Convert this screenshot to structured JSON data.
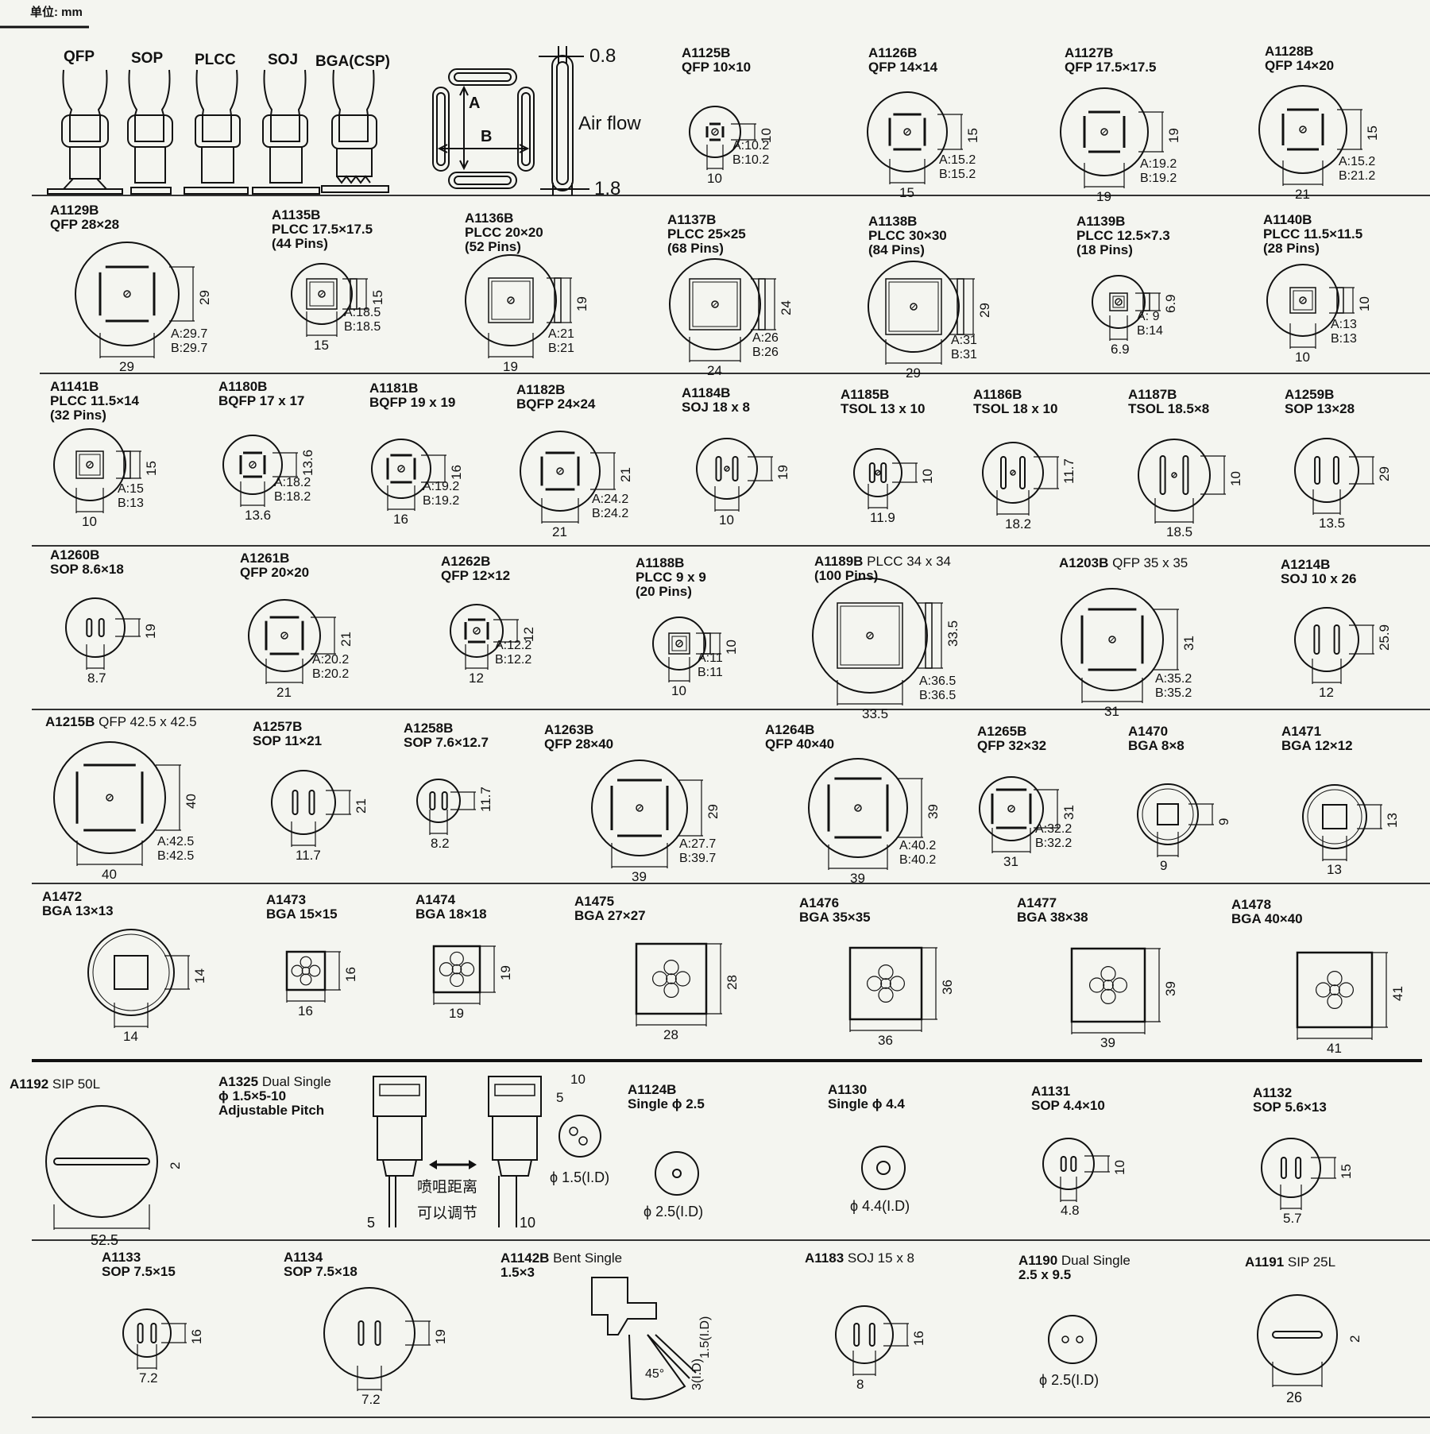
{
  "unit_label": "单位: mm",
  "legend": {
    "nozzle_types": [
      "QFP",
      "SOP",
      "PLCC",
      "SOJ",
      "BGA(CSP)"
    ],
    "airflow": {
      "a": "A",
      "b": "B",
      "label": "Air flow",
      "slot_width": "0.8",
      "slot_gap": "1.8"
    }
  },
  "parts": [
    {
      "code": "A1125B",
      "lines": [
        "QFP 10×10"
      ],
      "dims": [
        "10",
        "10"
      ],
      "ab": [
        "A:10.2",
        "B:10.2"
      ]
    },
    {
      "code": "A1126B",
      "lines": [
        "QFP 14×14"
      ],
      "dims": [
        "15",
        "15"
      ],
      "ab": [
        "A:15.2",
        "B:15.2"
      ]
    },
    {
      "code": "A1127B",
      "lines": [
        "QFP 17.5×17.5"
      ],
      "dims": [
        "19",
        "19"
      ],
      "ab": [
        "A:19.2",
        "B:19.2"
      ]
    },
    {
      "code": "A1128B",
      "lines": [
        "QFP 14×20"
      ],
      "dims": [
        "21",
        "15"
      ],
      "ab": [
        "A:15.2",
        "B:21.2"
      ]
    },
    {
      "code": "A1129B",
      "lines": [
        "QFP 28×28"
      ],
      "dims": [
        "29",
        "29"
      ],
      "ab": [
        "A:29.7",
        "B:29.7"
      ]
    },
    {
      "code": "A1135B",
      "lines": [
        "PLCC 17.5×17.5",
        "(44 Pins)"
      ],
      "dims": [
        "15",
        "15"
      ],
      "ab": [
        "A:18.5",
        "B:18.5"
      ]
    },
    {
      "code": "A1136B",
      "lines": [
        "PLCC 20×20",
        "(52 Pins)"
      ],
      "dims": [
        "19",
        "19"
      ],
      "ab": [
        "A:21",
        "B:21"
      ]
    },
    {
      "code": "A1137B",
      "lines": [
        "PLCC 25×25",
        "(68 Pins)"
      ],
      "dims": [
        "24",
        "24"
      ],
      "ab": [
        "A:26",
        "B:26"
      ]
    },
    {
      "code": "A1138B",
      "lines": [
        "PLCC 30×30",
        "(84 Pins)"
      ],
      "dims": [
        "29",
        "29"
      ],
      "ab": [
        "A:31",
        "B:31"
      ]
    },
    {
      "code": "A1139B",
      "lines": [
        "PLCC 12.5×7.3",
        "(18 Pins)"
      ],
      "dims": [
        "6.9",
        "6.9"
      ],
      "ab": [
        "A: 9",
        "B:14"
      ]
    },
    {
      "code": "A1140B",
      "lines": [
        "PLCC 11.5×11.5",
        "(28 Pins)"
      ],
      "dims": [
        "10",
        "10"
      ],
      "ab": [
        "A:13",
        "B:13"
      ]
    },
    {
      "code": "A1141B",
      "lines": [
        "PLCC 11.5×14",
        "(32 Pins)"
      ],
      "dims": [
        "10",
        "15"
      ],
      "ab": [
        "A:15",
        "B:13"
      ]
    },
    {
      "code": "A1180B",
      "lines": [
        "BQFP 17 x 17"
      ],
      "dims": [
        "13.6",
        "13.6"
      ],
      "ab": [
        "A:18.2",
        "B:18.2"
      ]
    },
    {
      "code": "A1181B",
      "lines": [
        "BQFP 19 x 19"
      ],
      "dims": [
        "16",
        "16"
      ],
      "ab": [
        "A:19.2",
        "B:19.2"
      ]
    },
    {
      "code": "A1182B",
      "lines": [
        "BQFP 24×24"
      ],
      "dims": [
        "21",
        "21"
      ],
      "ab": [
        "A:24.2",
        "B:24.2"
      ]
    },
    {
      "code": "A1184B",
      "lines": [
        "SOJ 18 x 8"
      ],
      "dims": [
        "10",
        "19"
      ],
      "ab": []
    },
    {
      "code": "A1185B",
      "lines": [
        "TSOL 13 x 10"
      ],
      "dims": [
        "11.9",
        "10"
      ],
      "ab": []
    },
    {
      "code": "A1186B",
      "lines": [
        "TSOL 18 x 10"
      ],
      "dims": [
        "18.2",
        "11.7"
      ],
      "ab": []
    },
    {
      "code": "A1187B",
      "lines": [
        "TSOL 18.5×8"
      ],
      "dims": [
        "18.5",
        "10"
      ],
      "ab": []
    },
    {
      "code": "A1259B",
      "lines": [
        "SOP 13×28"
      ],
      "dims": [
        "13.5",
        "29"
      ],
      "ab": []
    },
    {
      "code": "A1260B",
      "lines": [
        "SOP 8.6×18"
      ],
      "dims": [
        "8.7",
        "19"
      ],
      "ab": []
    },
    {
      "code": "A1261B",
      "lines": [
        "QFP 20×20"
      ],
      "dims": [
        "21",
        "21"
      ],
      "ab": [
        "A:20.2",
        "B:20.2"
      ]
    },
    {
      "code": "A1262B",
      "lines": [
        "QFP 12×12"
      ],
      "dims": [
        "12",
        "12"
      ],
      "ab": [
        "A:12.2",
        "B:12.2"
      ]
    },
    {
      "code": "A1188B",
      "lines": [
        "PLCC 9 x 9",
        "(20 Pins)"
      ],
      "dims": [
        "10",
        "10"
      ],
      "ab": [
        "A:11",
        "B:11"
      ]
    },
    {
      "code": "A1189B",
      "lines": [
        "PLCC 34 x 34",
        "(100 Pins)"
      ],
      "dims": [
        "33.5",
        "33.5"
      ],
      "ab": [
        "A:36.5",
        "B:36.5"
      ]
    },
    {
      "code": "A1203B",
      "lines": [
        "QFP 35 x 35"
      ],
      "dims": [
        "31",
        "31"
      ],
      "ab": [
        "A:35.2",
        "B:35.2"
      ]
    },
    {
      "code": "A1214B",
      "lines": [
        "SOJ 10 x 26"
      ],
      "dims": [
        "12",
        "25.9"
      ],
      "ab": []
    },
    {
      "code": "A1215B",
      "lines": [
        "QFP 42.5 x 42.5"
      ],
      "dims": [
        "40",
        "40"
      ],
      "ab": [
        "A:42.5",
        "B:42.5"
      ]
    },
    {
      "code": "A1257B",
      "lines": [
        "SOP 11×21"
      ],
      "dims": [
        "11.7",
        "21"
      ],
      "ab": []
    },
    {
      "code": "A1258B",
      "lines": [
        "SOP 7.6×12.7"
      ],
      "dims": [
        "8.2",
        "11.7"
      ],
      "ab": []
    },
    {
      "code": "A1263B",
      "lines": [
        "QFP 28×40"
      ],
      "dims": [
        "39",
        "29"
      ],
      "ab": [
        "A:27.7",
        "B:39.7"
      ]
    },
    {
      "code": "A1264B",
      "lines": [
        "QFP 40×40"
      ],
      "dims": [
        "39",
        "39"
      ],
      "ab": [
        "A:40.2",
        "B:40.2"
      ]
    },
    {
      "code": "A1265B",
      "lines": [
        "QFP 32×32"
      ],
      "dims": [
        "31",
        "31"
      ],
      "ab": [
        "A:32.2",
        "B:32.2"
      ]
    },
    {
      "code": "A1470",
      "lines": [
        "BGA 8×8"
      ],
      "dims": [
        "9",
        "9"
      ],
      "ab": []
    },
    {
      "code": "A1471",
      "lines": [
        "BGA 12×12"
      ],
      "dims": [
        "13",
        "13"
      ],
      "ab": []
    },
    {
      "code": "A1472",
      "lines": [
        "BGA 13×13"
      ],
      "dims": [
        "14",
        "14"
      ],
      "ab": []
    },
    {
      "code": "A1473",
      "lines": [
        "BGA 15×15"
      ],
      "dims": [
        "16",
        "16"
      ],
      "ab": []
    },
    {
      "code": "A1474",
      "lines": [
        "BGA 18×18"
      ],
      "dims": [
        "19",
        "19"
      ],
      "ab": []
    },
    {
      "code": "A1475",
      "lines": [
        "BGA 27×27"
      ],
      "dims": [
        "28",
        "28"
      ],
      "ab": []
    },
    {
      "code": "A1476",
      "lines": [
        "BGA 35×35"
      ],
      "dims": [
        "36",
        "36"
      ],
      "ab": []
    },
    {
      "code": "A1477",
      "lines": [
        "BGA 38×38"
      ],
      "dims": [
        "39",
        "39"
      ],
      "ab": []
    },
    {
      "code": "A1478",
      "lines": [
        "BGA 40×40"
      ],
      "dims": [
        "41",
        "41"
      ],
      "ab": []
    },
    {
      "code": "A1192",
      "lines": [
        "SIP 50L"
      ],
      "dims": [
        "52.5",
        "2"
      ],
      "ab": []
    },
    {
      "code": "A1325",
      "lines": [
        "Dual Single",
        "ϕ 1.5×5-10",
        "Adjustable Pitch"
      ],
      "dims": [
        "5",
        "10"
      ],
      "ab": []
    },
    {
      "code": "A1124B",
      "lines": [
        "Single ϕ 2.5"
      ],
      "dims": [
        "ϕ 2.5(I.D)"
      ],
      "ab": []
    },
    {
      "code": "A1130",
      "lines": [
        "Single ϕ 4.4"
      ],
      "dims": [
        "ϕ 4.4(I.D)"
      ],
      "ab": []
    },
    {
      "code": "A1131",
      "lines": [
        "SOP 4.4×10"
      ],
      "dims": [
        "4.8",
        "10"
      ],
      "ab": []
    },
    {
      "code": "A1132",
      "lines": [
        "SOP 5.6×13"
      ],
      "dims": [
        "5.7",
        "15"
      ],
      "ab": []
    },
    {
      "code": "A1133",
      "lines": [
        "SOP 7.5×15"
      ],
      "dims": [
        "7.2",
        "16"
      ],
      "ab": []
    },
    {
      "code": "A1134",
      "lines": [
        "SOP 7.5×18"
      ],
      "dims": [
        "7.2",
        "19"
      ],
      "ab": []
    },
    {
      "code": "A1142B",
      "lines": [
        "Bent Single",
        "1.5×3"
      ],
      "dims": [
        "45°",
        "1.5(I.D)",
        "3(I.D)"
      ],
      "ab": []
    },
    {
      "code": "A1183",
      "lines": [
        "SOJ 15 x 8"
      ],
      "dims": [
        "8",
        "16"
      ],
      "ab": []
    },
    {
      "code": "A1190",
      "lines": [
        "Dual Single",
        "2.5 x 9.5"
      ],
      "dims": [
        "ϕ 2.5(I.D)"
      ],
      "ab": []
    },
    {
      "code": "A1191",
      "lines": [
        "SIP 25L"
      ],
      "dims": [
        "26",
        "2"
      ],
      "ab": []
    }
  ],
  "a1325_detail": {
    "pitch_note_1": "喷咀距离",
    "pitch_note_2": "可以调节",
    "top_5": "5",
    "top_10": "10",
    "id_note": "ϕ 1.5(I.D)"
  }
}
